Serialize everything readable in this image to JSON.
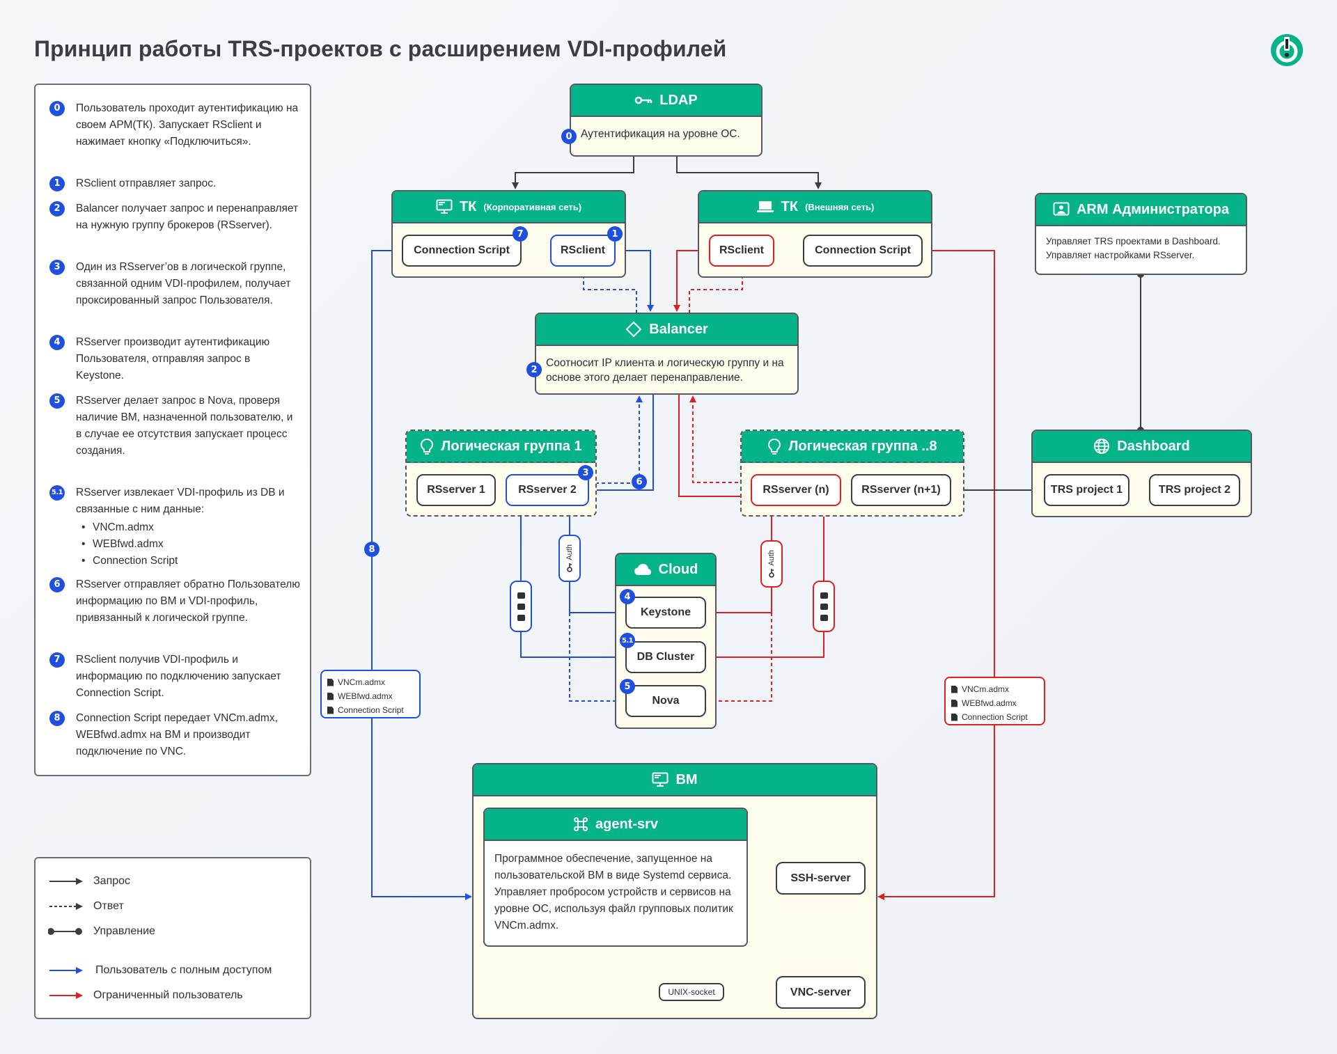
{
  "title": "Принцип работы TRS-проектов с расширением VDI-профилей",
  "steps": [
    {
      "num": "0",
      "text": "Пользователь проходит аутентификацию на своем АРМ(ТК). Запускает RSclient и нажимает кнопку «Подключиться»."
    },
    {
      "num": "1",
      "text": "RSclient отправляет запрос."
    },
    {
      "num": "2",
      "text": "Balancer получает запрос и перенаправляет на нужную группу брокеров (RSserver)."
    },
    {
      "num": "3",
      "text": "Один из RSserver’ов в логической группе, связанной одним VDI-профилем, получает проксированный запрос Пользователя."
    },
    {
      "num": "4",
      "text": "RSserver производит аутентификацию Пользователя, отправляя запрос в Keystone."
    },
    {
      "num": "5",
      "text": "RSserver делает запрос в Nova, проверя наличие ВМ, назначенной пользователю, и в случае ее отсутствия запускает процесс создания."
    },
    {
      "num": "5.1",
      "text": "RSserver извлекает VDI-профиль из DB и связанные с ним данные:",
      "items": [
        "VNCm.admx",
        "WEBfwd.admx",
        "Connection Script"
      ]
    },
    {
      "num": "6",
      "text": "RSserver отправляет обратно Пользователю информацию по ВМ и VDI-профиль, привязанный к логической группе."
    },
    {
      "num": "7",
      "text": "RSclient получив VDI-профиль и информацию по подключению запускает Connection Script."
    },
    {
      "num": "8",
      "text": "Connection Script передает VNCm.admx, WEBfwd.admx на ВМ и производит подключение по VNC."
    }
  ],
  "legend": {
    "request": "Запрос",
    "response": "Ответ",
    "control": "Управление",
    "full_access": "Пользователь с полным доступом",
    "limited": "Ограниченный пользователь"
  },
  "colors": {
    "accent": "#05b388",
    "full_access": "#1f4fe0",
    "limited": "#e01f1f",
    "line": "#3a3d42"
  },
  "ldap": {
    "title": "LDAP",
    "icon": "key-icon",
    "badge": "0",
    "body": "Аутентификация на уровне ОС."
  },
  "tk_corp": {
    "title": "ТК",
    "subtitle": "(Корпоративная сеть)",
    "icon": "monitor-icon",
    "connection_script": "Connection Script",
    "rsclient": "RSclient",
    "badge_cs": "7",
    "badge_rs": "1"
  },
  "tk_ext": {
    "title": "ТК",
    "subtitle": "(Внешняя сеть)",
    "icon": "laptop-icon",
    "rsclient": "RSclient",
    "connection_script": "Connection Script"
  },
  "arm": {
    "title": "ARM Администратора",
    "icon": "admin-icon",
    "body": "Управляет TRS проектами в Dashboard. Управляет настройками RSserver."
  },
  "balancer": {
    "title": "Balancer",
    "icon": "diamond-icon",
    "badge": "2",
    "body": "Соотносит IP клиента и логическую группу и на основе этого делает перенаправление."
  },
  "group1": {
    "title": "Логическая группа 1",
    "icon": "bulb-icon",
    "server1": "RSserver 1",
    "server2": "RSserver 2",
    "badge3": "3",
    "badge6": "6"
  },
  "group8": {
    "title": "Логическая группа ..8",
    "icon": "bulb-icon",
    "server_n": "RSserver (n)",
    "server_n1": "RSserver (n+1)"
  },
  "dashboard": {
    "title": "Dashboard",
    "icon": "globe-icon",
    "project1": "TRS project 1",
    "project2": "TRS project 2"
  },
  "cloud": {
    "title": "Cloud",
    "icon": "cloud-icon",
    "keystone": "Keystone",
    "db": "DB Cluster",
    "nova": "Nova",
    "badge4": "4",
    "badge51": "5.1",
    "badge5": "5"
  },
  "auth_label": "Auth",
  "badge8": "8",
  "files_blue": [
    "VNCm.admx",
    "WEBfwd.admx",
    "Connection Script"
  ],
  "files_red": [
    "VNCm.admx",
    "WEBfwd.admx",
    "Connection Script"
  ],
  "vm": {
    "title": "ВМ",
    "icon": "monitor-icon"
  },
  "agent": {
    "title": "agent-srv",
    "icon": "command-icon",
    "body": "Программное обеспечение, запущенное на пользовательской ВМ в виде Systemd сервиса.  Управляет пробросом устройств и сервисов на уровне ОС, используя файл групповых политик VNCm.admx."
  },
  "ssh": "SSH-server",
  "vnc": "VNC-server",
  "unix": "UNIX-socket"
}
